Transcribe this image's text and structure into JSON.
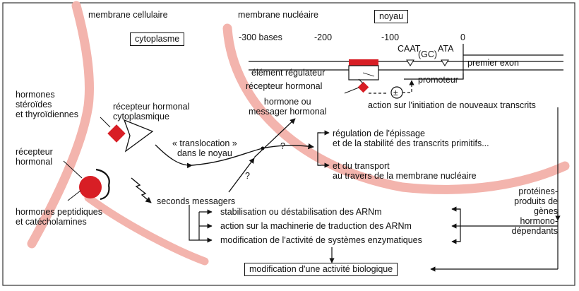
{
  "regions": {
    "membrane_cellulaire": "membrane cellulaire",
    "membrane_nucleaire": "membrane nucléaire",
    "noyau": "noyau",
    "cytoplasme": "cytoplasme"
  },
  "gene_axis": {
    "minus300": "-300 bases",
    "minus200": "-200",
    "minus100": "-100",
    "zero": "0",
    "caat": "CAAT",
    "gc": "(GC)",
    "ata": "ATA",
    "premier_exon": "premier exon",
    "promoteur": "promoteur",
    "element_regulateur": "élément régulateur",
    "recepteur_hormonal": "récepteur hormonal",
    "plus_minus": "±"
  },
  "labels": {
    "hormone_messager": "hormone ou\nmessager hormonal",
    "action_initiation": "action sur l'initiation de nouveaux transcrits",
    "hormones_steroides": "hormones\nstéroïdes\net thyroïdiennes",
    "recepteur_cytoplasmique": "récepteur hormonal\ncytoplasmique",
    "translocation": "« translocation »\ndans le noyau",
    "recepteur_membranaire": "récepteur\nhormonal",
    "hormones_peptidiques": "hormones peptidiques\net catécholamines",
    "seconds_messagers": "seconds messagers",
    "regulation_epissage": "régulation de l'épissage\net de la stabilité des transcrits primitifs...",
    "transport": "et du transport\nau travers de la membrane nucléaire",
    "question": "?",
    "proteines": "protéines-\nproduits de gènes\nhormono-\ndépendants"
  },
  "effects": [
    "stabilisation ou déstabilisation des ARNm",
    "action sur la machinerie de traduction des ARNm",
    "modification de l'activité de systèmes enzymatiques"
  ],
  "result": "modification d'une activité biologique",
  "colors": {
    "membrane": "#f3b4ad",
    "hormone": "#d81e25",
    "ink": "#111111"
  }
}
